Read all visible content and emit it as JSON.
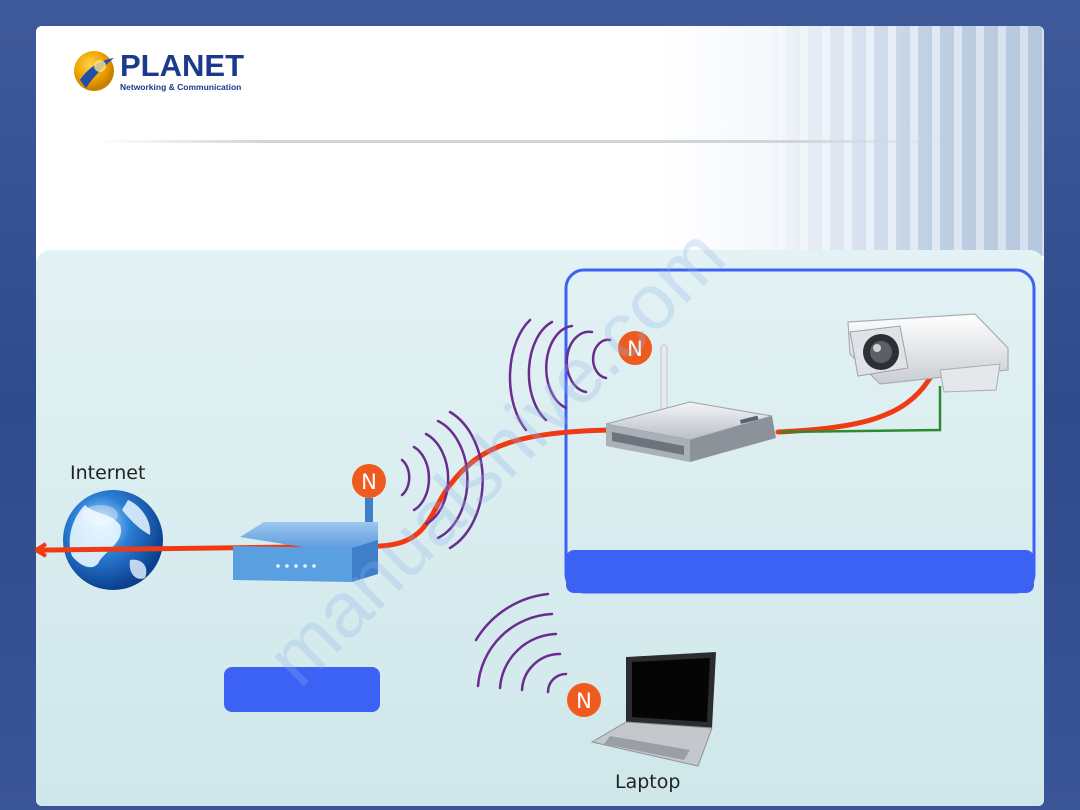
{
  "brand": {
    "name": "PLANET",
    "tagline": "Networking & Communication"
  },
  "labels": {
    "internet": "Internet",
    "laptop": "Laptop",
    "router_caption": "",
    "camera_group_caption": ""
  },
  "wireless_badge": "N",
  "watermark": "manualshive.com",
  "colors": {
    "background_frame": "#34508f",
    "canvas": "#d5ecef",
    "connection_line": "#f03a14",
    "wifi_waves": "#6a2d8e",
    "badge": "#ef5a1e",
    "group_outline": "#3c61f5",
    "cable": "#2f8a2f"
  },
  "icons": [
    "planet-logo-icon",
    "globe-icon",
    "router-icon",
    "access-point-icon",
    "ip-camera-icon",
    "laptop-icon",
    "wifi-wave-icon"
  ]
}
